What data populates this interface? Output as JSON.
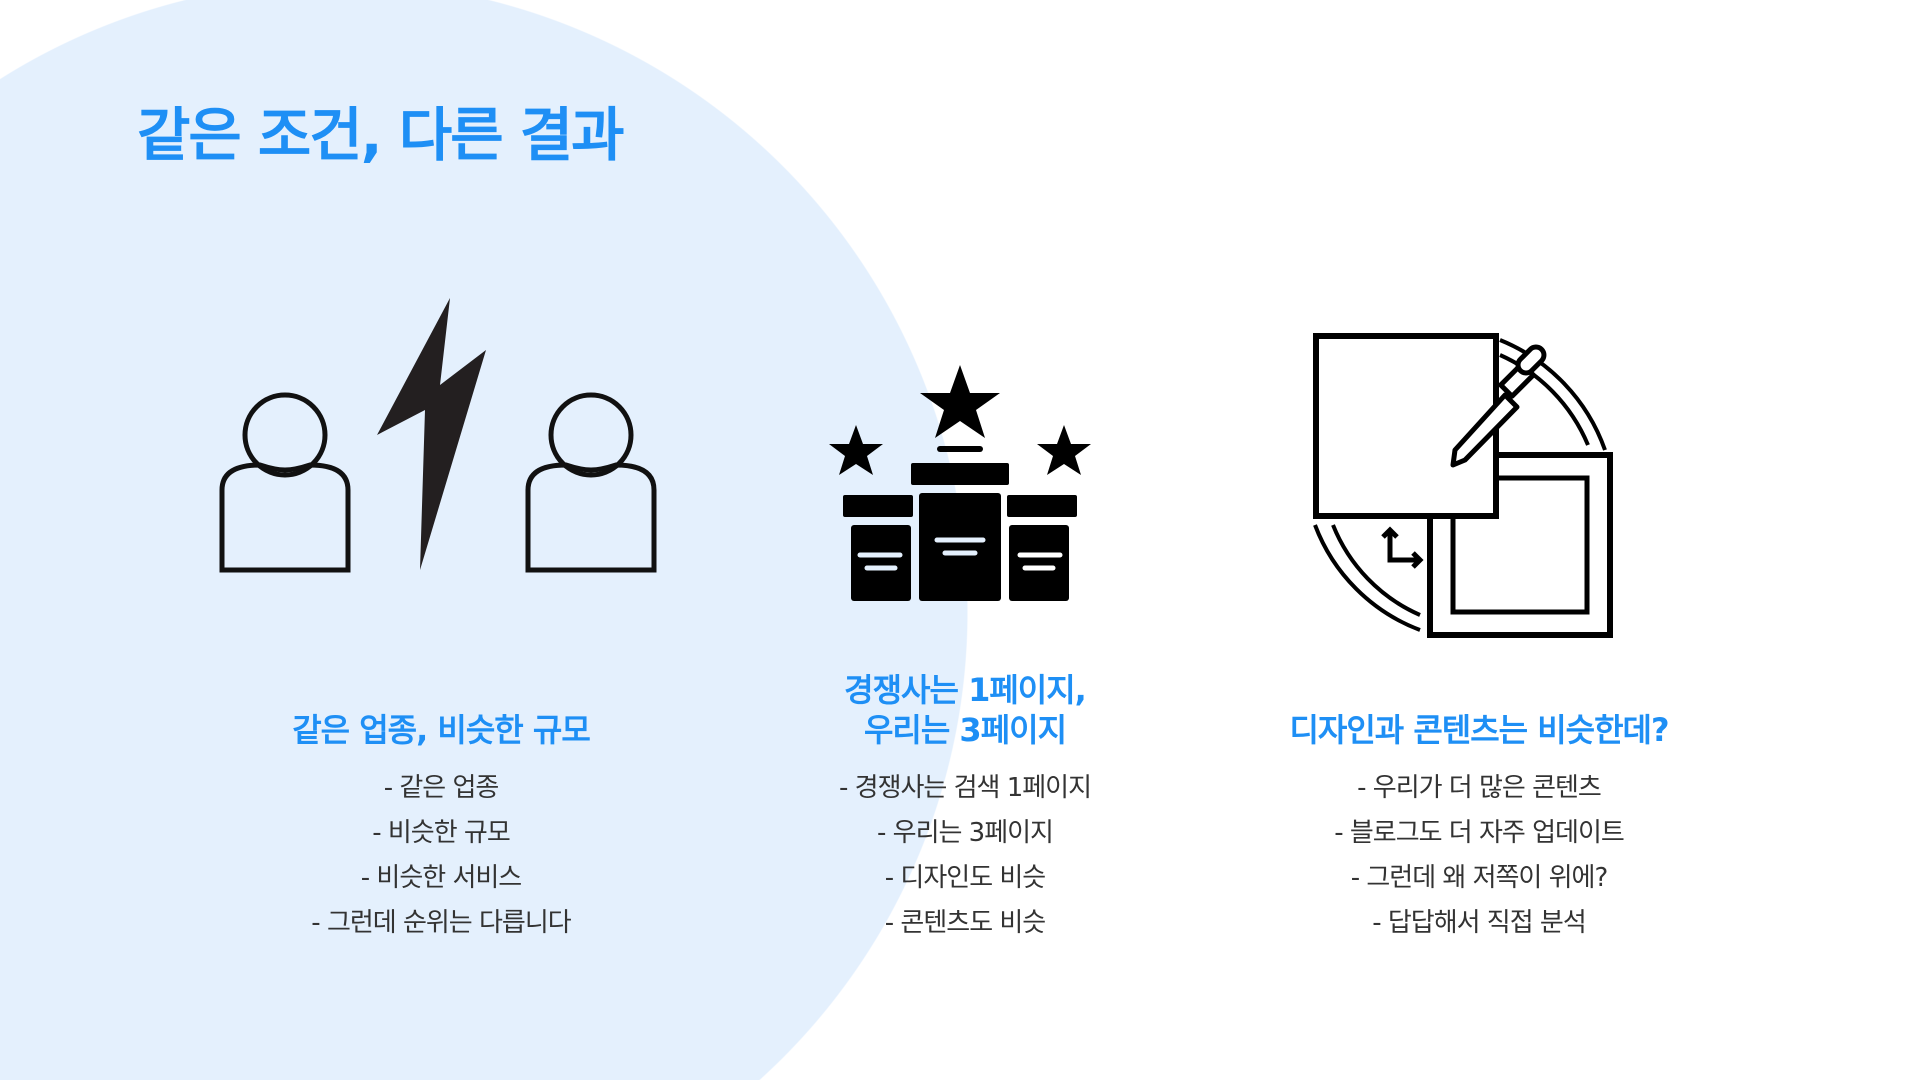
{
  "title": "같은 조건, 다른 결과",
  "columns": [
    {
      "heading": [
        "같은 업종, 비슷한 규모"
      ],
      "icon": "people-conflict-icon",
      "items": [
        "- 같은 업종",
        "- 비슷한 규모",
        "- 비슷한 서비스",
        "- 그런데 순위는 다릅니다"
      ]
    },
    {
      "heading": [
        "경쟁사는 1페이지,",
        "우리는 3페이지"
      ],
      "icon": "podium-stars-icon",
      "items": [
        "- 경쟁사는 검색 1페이지",
        "- 우리는 3페이지",
        "- 디자인도 비슷",
        "- 콘텐츠도 비슷"
      ]
    },
    {
      "heading": [
        "디자인과 콘텐츠는 비슷한데?"
      ],
      "icon": "design-compare-icon",
      "items": [
        "- 우리가 더 많은 콘텐츠",
        "- 블로그도 더 자주 업데이트",
        "- 그런데 왜 저쪽이 위에?",
        "- 답답해서 직접 분석"
      ]
    }
  ],
  "colors": {
    "accent": "#1e8ff5",
    "background_circle": "#e4f0fd"
  }
}
